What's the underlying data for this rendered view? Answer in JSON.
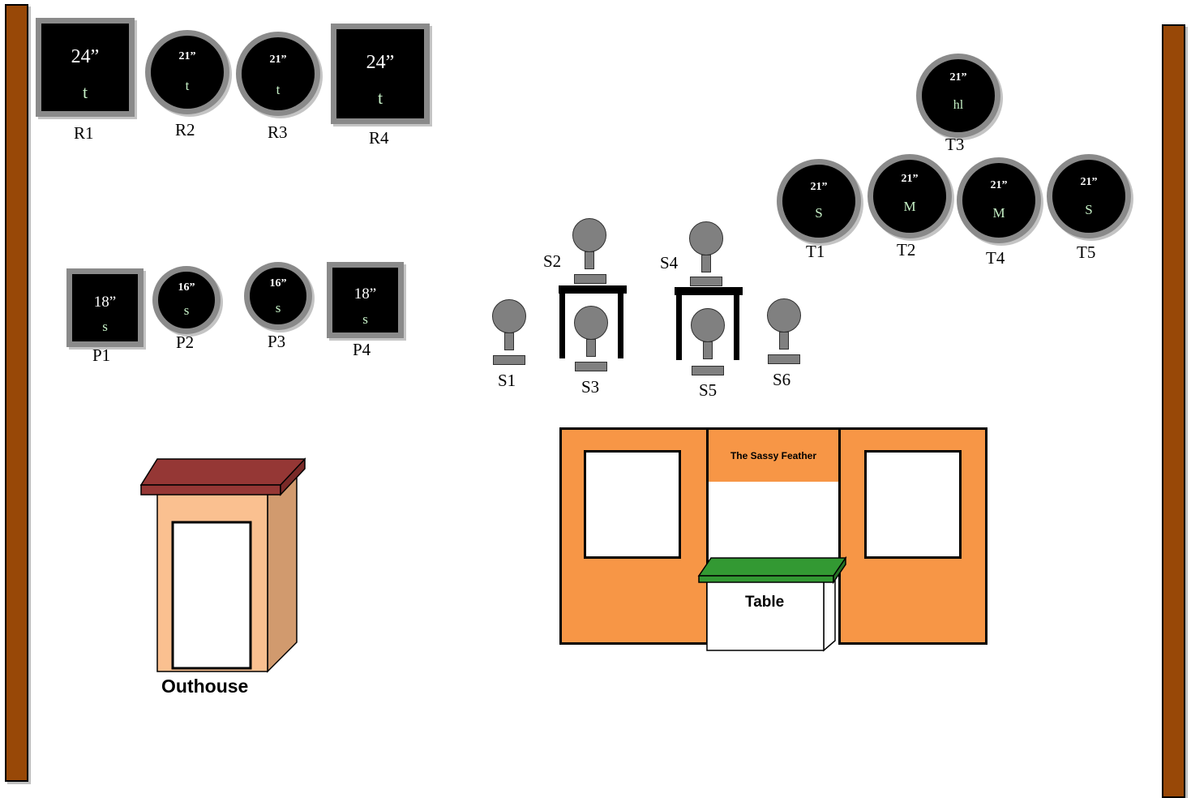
{
  "pads_row_r": [
    {
      "id": "R1",
      "size": "24”",
      "type": "t",
      "shape": "square"
    },
    {
      "id": "R2",
      "size": "21”",
      "type": "t",
      "shape": "round"
    },
    {
      "id": "R3",
      "size": "21”",
      "type": "t",
      "shape": "round"
    },
    {
      "id": "R4",
      "size": "24”",
      "type": "t",
      "shape": "square"
    }
  ],
  "pads_row_p": [
    {
      "id": "P1",
      "size": "18”",
      "type": "s",
      "shape": "square"
    },
    {
      "id": "P2",
      "size": "16”",
      "type": "s",
      "shape": "round"
    },
    {
      "id": "P3",
      "size": "16”",
      "type": "s",
      "shape": "round"
    },
    {
      "id": "P4",
      "size": "18”",
      "type": "s",
      "shape": "square"
    }
  ],
  "pads_row_t": [
    {
      "id": "T3",
      "size": "21”",
      "type": "hl",
      "shape": "round"
    },
    {
      "id": "T1",
      "size": "21”",
      "type": "S",
      "shape": "round"
    },
    {
      "id": "T2",
      "size": "21”",
      "type": "M",
      "shape": "round"
    },
    {
      "id": "T4",
      "size": "21”",
      "type": "M",
      "shape": "round"
    },
    {
      "id": "T5",
      "size": "21”",
      "type": "S",
      "shape": "round"
    }
  ],
  "stools": [
    "S1",
    "S2",
    "S3",
    "S4",
    "S5",
    "S6"
  ],
  "outhouse": {
    "label": "Outhouse"
  },
  "booth": {
    "sign": "The Sassy Feather",
    "table_label": "Table"
  },
  "colors": {
    "rail": "#984807",
    "booth": "#f79646",
    "outhouse_roof": "#953735",
    "outhouse_front": "#fac090",
    "outhouse_side": "#d19a6e",
    "booth_table_top": "#339933",
    "pad_rim": "#8a8a8a",
    "stool": "#808080"
  }
}
